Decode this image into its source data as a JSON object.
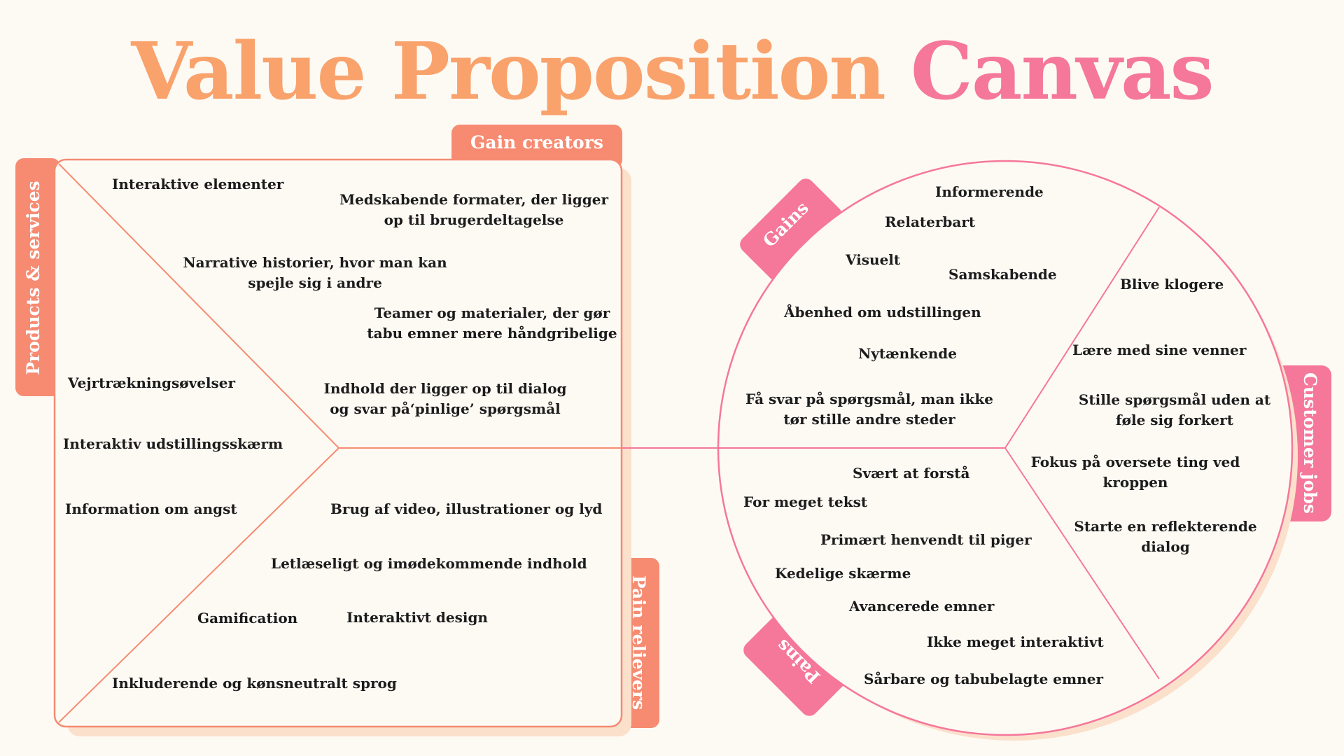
{
  "title": {
    "word1": "Value",
    "word2": "Proposition",
    "word3": "Canvas"
  },
  "colors": {
    "background": "#fdfaf4",
    "orange": "#f9a26c",
    "salmon": "#f68b72",
    "pink": "#f5779a",
    "shadow": "#fbe0cc",
    "text": "#1c1c1c"
  },
  "value_map": {
    "tabs": {
      "gain_creators": "Gain creators",
      "products_services": "Products & services",
      "pain_relievers": "Pain relievers"
    },
    "gain_creators": [
      "Medskabende formater, der ligger op til brugerdeltagelse",
      "Narrative historier, hvor man kan spejle sig i andre",
      "Teamer og materialer, der gør tabu emner mere håndgribelige",
      "Indhold der ligger op til dialog og svar på‘pinlige’ spørgsmål"
    ],
    "products_services": [
      "Interaktive elementer",
      "Vejrtrækningsøvelser",
      "Interaktiv udstillingsskærm",
      "Information  om angst",
      "Gamification",
      "Inkluderende og kønsneutralt sprog"
    ],
    "pain_relievers": [
      "Brug af video, illustrationer og lyd",
      "Letlæseligt og imødekommende indhold",
      "Interaktivt design"
    ]
  },
  "customer_profile": {
    "tabs": {
      "gains": "Gains",
      "pains": "Pains",
      "customer_jobs": "Customer jobs"
    },
    "gains": [
      "Informerende",
      "Relaterbart",
      "Visuelt",
      "Samskabende",
      "Åbenhed om udstillingen",
      "Nytænkende",
      "Få svar på spørgsmål, man ikke tør stille andre steder"
    ],
    "customer_jobs": [
      "Blive klogere",
      "Lære med sine venner",
      "Stille spørgsmål uden at føle sig forkert",
      "Fokus på oversete ting ved kroppen",
      "Starte en reflekterende dialog"
    ],
    "pains": [
      "Svært at forstå",
      "For meget tekst",
      "Primært henvendt til piger",
      "Kedelige skærme",
      "Avancerede emner",
      "Ikke meget interaktivt",
      "Sårbare og tabubelagte emner"
    ]
  }
}
